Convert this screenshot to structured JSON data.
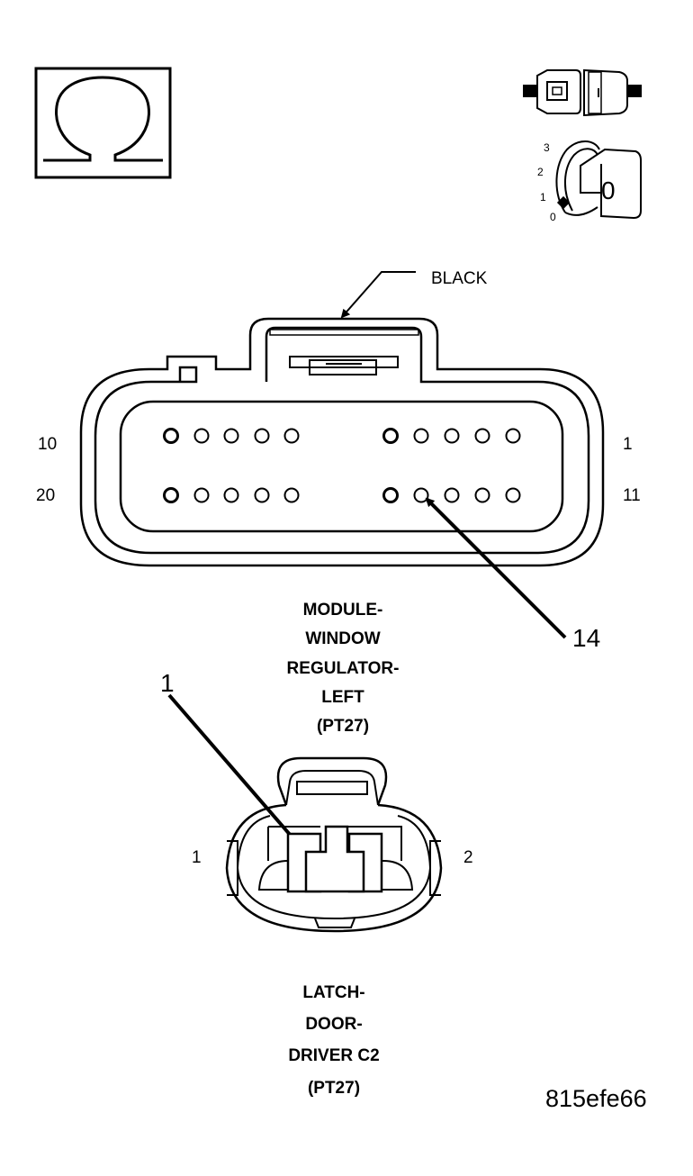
{
  "icons": {
    "ohm_symbol": "ohm-meter-icon",
    "connector_disconnect": "connector-disconnect-icon",
    "ignition_switch": "ignition-off-icon"
  },
  "ignition": {
    "positions": [
      "3",
      "2",
      "1",
      "0"
    ],
    "key_label": "0"
  },
  "connector_top": {
    "color_label": "BLACK",
    "pin_label_left_top": "10",
    "pin_label_left_bottom": "20",
    "pin_label_right_top": "1",
    "pin_label_right_bottom": "11",
    "callout_pin": "14",
    "title_lines": [
      "MODULE-",
      "WINDOW",
      "REGULATOR-",
      "LEFT",
      "(PT27)"
    ]
  },
  "connector_bottom": {
    "callout_pin": "1",
    "pin_label_left": "1",
    "pin_label_right": "2",
    "title_lines": [
      "LATCH-",
      "DOOR-",
      "DRIVER C2",
      "(PT27)"
    ]
  },
  "figure_ref": "815efe66"
}
